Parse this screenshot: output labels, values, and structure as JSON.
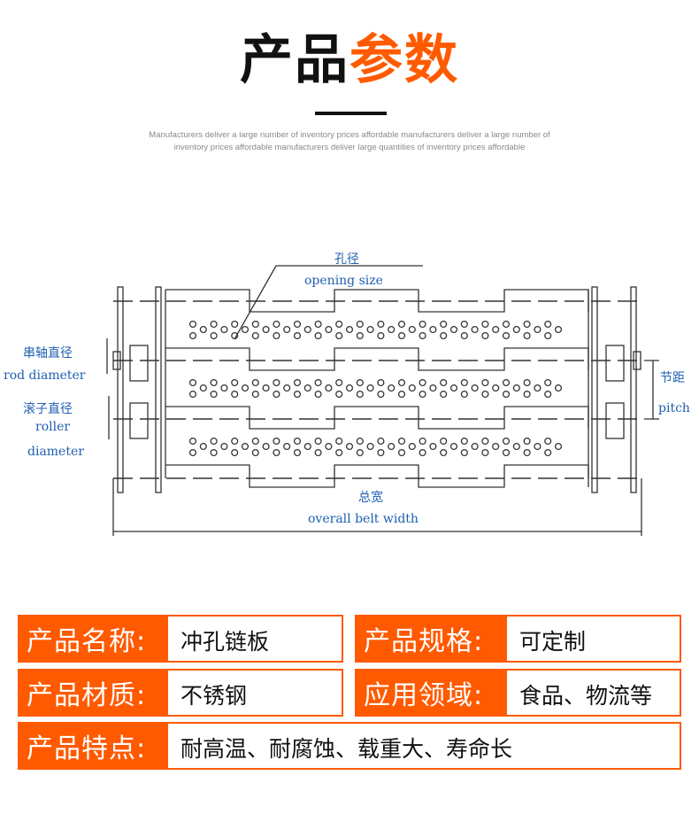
{
  "header": {
    "title_black": "产品",
    "title_orange": "参数",
    "subtitle": "Manufacturers deliver a large number of inventory prices affordable manufacturers deliver a large number of inventory prices affordable manufacturers deliver large quantities of inventory prices affordable"
  },
  "diagram": {
    "opening_cn": "孔径",
    "opening_en": "opening size",
    "rod_cn": "串轴直径",
    "rod_en": "rod diameter",
    "roller_cn": "滚子直径",
    "roller_en1": "roller",
    "roller_en2": "diameter",
    "pitch_cn": "节距",
    "pitch_en": "pitch",
    "width_cn": "总宽",
    "width_en": "overall belt width"
  },
  "specs": [
    {
      "label": "产品名称:",
      "value": "冲孔链板"
    },
    {
      "label": "产品规格:",
      "value": "可定制"
    },
    {
      "label": "产品材质:",
      "value": "不锈钢"
    },
    {
      "label": "应用领域:",
      "value": "食品、物流等"
    },
    {
      "label": "产品特点:",
      "value": "耐高温、耐腐蚀、载重大、寿命长"
    }
  ],
  "colors": {
    "accent": "#ff5a00",
    "label_blue": "#1f5fb0"
  }
}
